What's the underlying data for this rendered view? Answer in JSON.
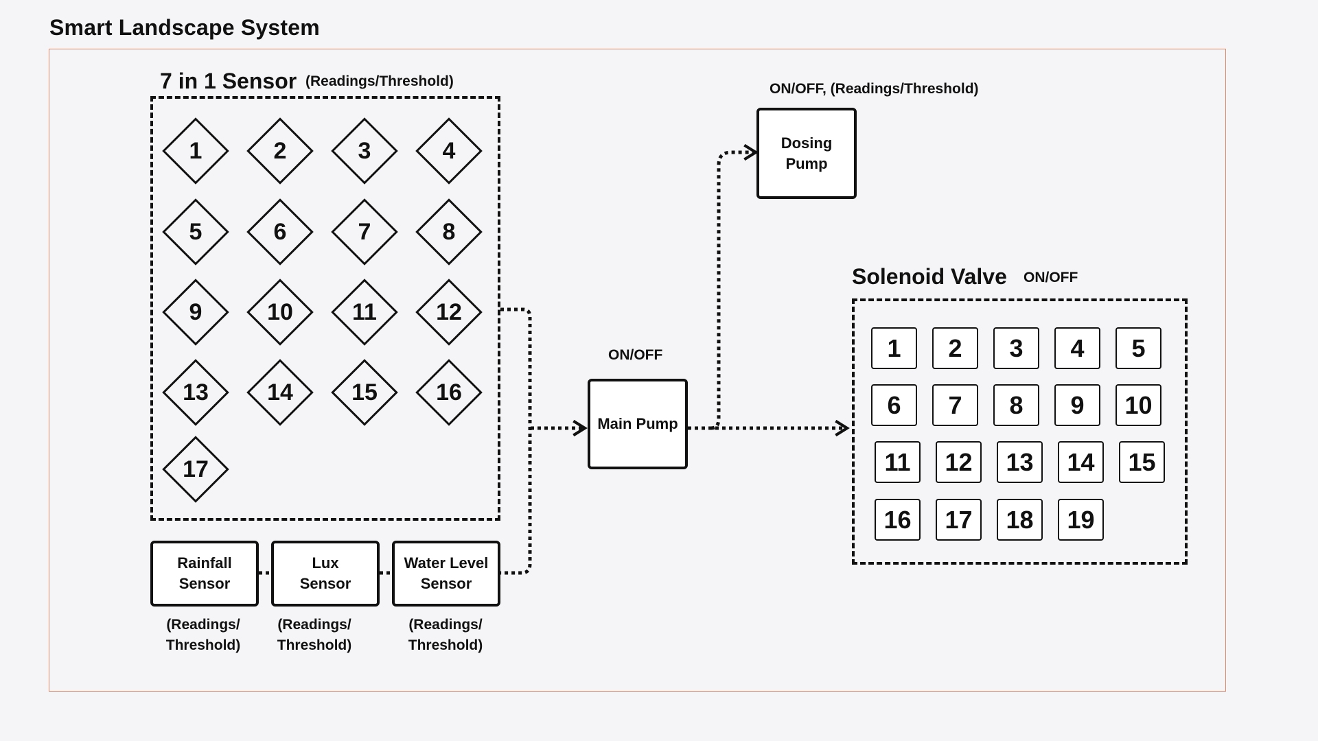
{
  "title": "Smart Landscape System",
  "sensor_group": {
    "title": "7 in 1 Sensor",
    "note": "(Readings/Threshold)",
    "sensors": [
      "1",
      "2",
      "3",
      "4",
      "5",
      "6",
      "7",
      "8",
      "9",
      "10",
      "11",
      "12",
      "13",
      "14",
      "15",
      "16",
      "17"
    ]
  },
  "bottom_sensors": [
    {
      "label_line1": "Rainfall",
      "label_line2": "Sensor",
      "note_line1": "(Readings/",
      "note_line2": "Threshold)"
    },
    {
      "label_line1": "Lux",
      "label_line2": "Sensor",
      "note_line1": "(Readings/",
      "note_line2": "Threshold)"
    },
    {
      "label_line1": "Water Level",
      "label_line2": "Sensor",
      "note_line1": "(Readings/",
      "note_line2": "Threshold)"
    }
  ],
  "main_pump": {
    "label": "Main Pump",
    "note": "ON/OFF"
  },
  "dosing_pump": {
    "label_line1": "Dosing",
    "label_line2": "Pump",
    "note": "ON/OFF, (Readings/Threshold)"
  },
  "valve_group": {
    "title": "Solenoid Valve",
    "note": "ON/OFF",
    "valves": [
      "1",
      "2",
      "3",
      "4",
      "5",
      "6",
      "7",
      "8",
      "9",
      "10",
      "11",
      "12",
      "13",
      "14",
      "15",
      "16",
      "17",
      "18",
      "19"
    ]
  }
}
